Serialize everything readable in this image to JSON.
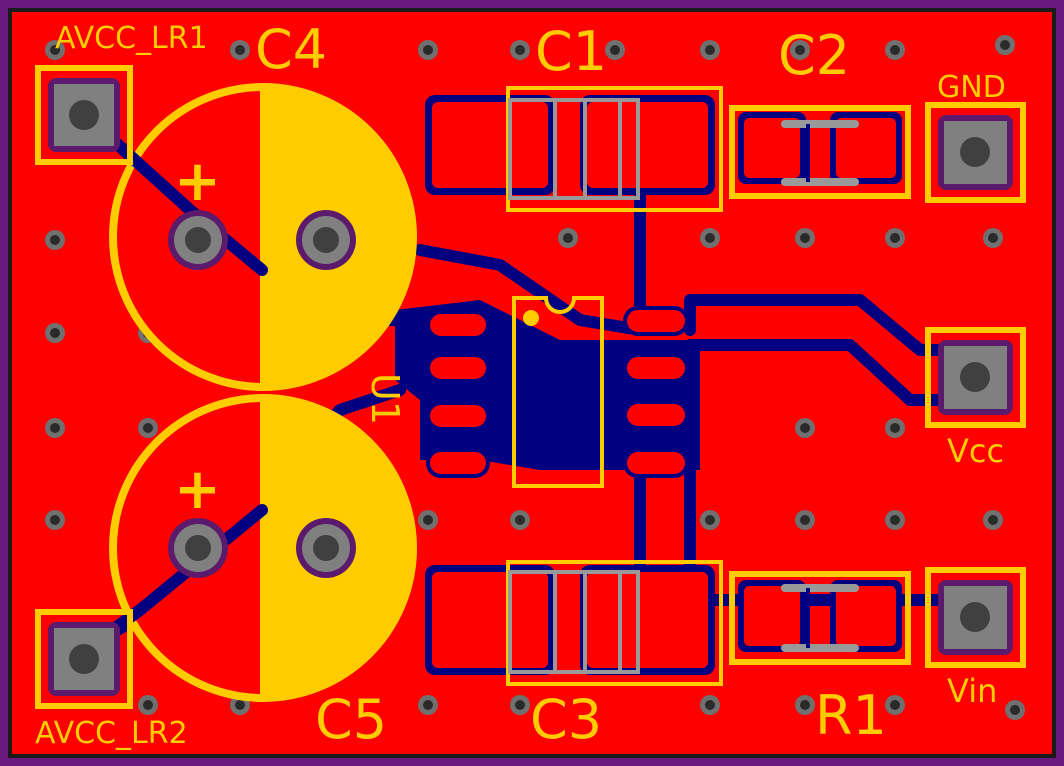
{
  "board": {
    "colors": {
      "edge": "#7b1f8f",
      "copper": "#ff0000",
      "trace": "#000080",
      "silk": "#ffcc00",
      "pad": "#808080",
      "via": "#404040"
    }
  },
  "labels": {
    "avcc_lr1": "AVCC_LR1",
    "avcc_lr2": "AVCC_LR2",
    "c1": "C1",
    "c2": "C2",
    "c3": "C3",
    "c4": "C4",
    "c5": "C5",
    "r1": "R1",
    "u1": "U1",
    "gnd": "GND",
    "vcc": "Vcc",
    "vin": "Vin",
    "plus_c4": "+",
    "plus_c5": "+"
  }
}
